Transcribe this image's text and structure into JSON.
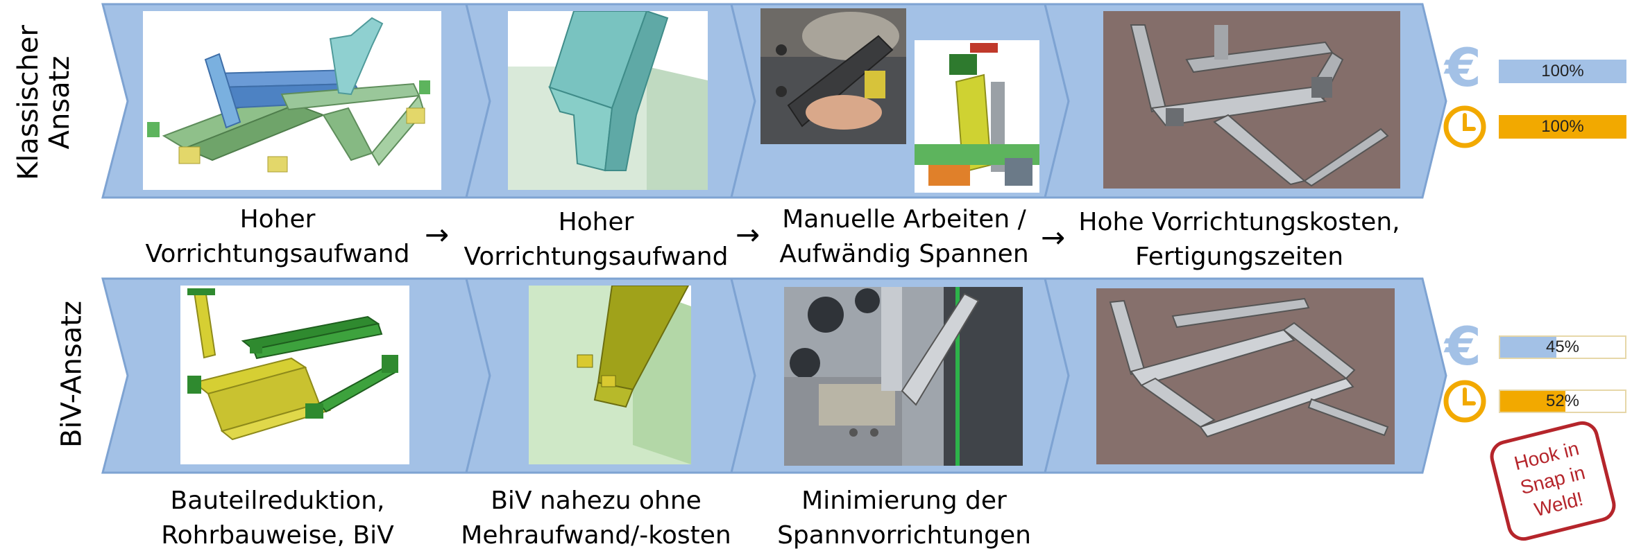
{
  "rows": [
    {
      "label_lines": [
        "Klassischer",
        "Ansatz"
      ],
      "captions": [
        [
          "Hoher",
          "Vorrichtungsaufwand"
        ],
        [
          "Hoher",
          "Vorrichtungsaufwand"
        ],
        [
          "Manuelle Arbeiten /",
          "Aufwändig Spannen"
        ],
        [
          "Hohe Vorrichtungskosten,",
          "Fertigungszeiten"
        ]
      ],
      "arrow": "→",
      "metrics": [
        {
          "icon": "euro-icon",
          "symbol": "€",
          "percent": 100,
          "label": "100%",
          "color": "#a3c1e6"
        },
        {
          "icon": "clock-icon",
          "percent": 100,
          "label": "100%",
          "color": "#f2a900"
        }
      ]
    },
    {
      "label_lines": [
        "BiV-Ansatz"
      ],
      "captions": [
        [
          "Bauteilreduktion,",
          "Rohrbauweise, BiV"
        ],
        [
          "BiV nahezu ohne",
          "Mehraufwand/-kosten"
        ],
        [
          "Minimierung der",
          "Spannvorrichtungen"
        ],
        []
      ],
      "metrics": [
        {
          "icon": "euro-icon",
          "symbol": "€",
          "percent": 45,
          "label": "45%",
          "color": "#a3c1e6"
        },
        {
          "icon": "clock-icon",
          "percent": 52,
          "label": "52%",
          "color": "#f2a900"
        }
      ]
    }
  ],
  "stamp": {
    "lines": [
      "Hook in",
      "Snap in",
      "Weld!"
    ]
  },
  "colors": {
    "chevron_fill": "#a3c1e6",
    "chevron_stroke": "#7ea3d2",
    "euro": "#a3c1e6",
    "clock": "#f2a900",
    "stamp": "#b5252b"
  }
}
